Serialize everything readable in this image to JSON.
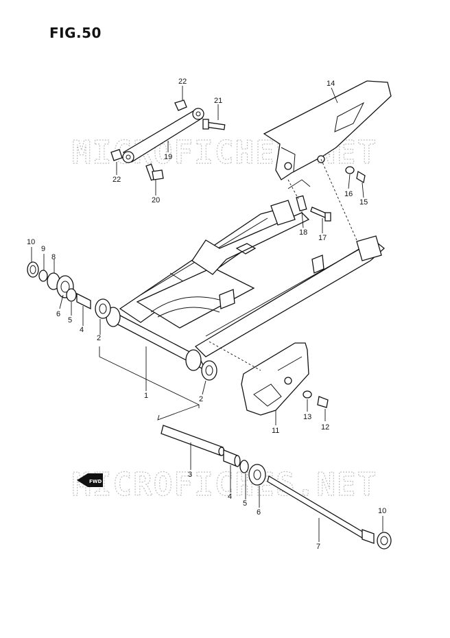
{
  "figure": {
    "title": "FIG.50"
  },
  "watermarks": [
    "MICROFICHES.NET",
    "MICROFICHES.NET"
  ],
  "fwd_badge": "FWD",
  "parts": [
    {
      "id": "p1",
      "label": "1"
    },
    {
      "id": "p2a",
      "label": "2"
    },
    {
      "id": "p2b",
      "label": "2"
    },
    {
      "id": "p3",
      "label": "3"
    },
    {
      "id": "p4a",
      "label": "4"
    },
    {
      "id": "p4b",
      "label": "4"
    },
    {
      "id": "p5a",
      "label": "5"
    },
    {
      "id": "p5b",
      "label": "5"
    },
    {
      "id": "p6a",
      "label": "6"
    },
    {
      "id": "p6b",
      "label": "6"
    },
    {
      "id": "p7",
      "label": "7"
    },
    {
      "id": "p8",
      "label": "8"
    },
    {
      "id": "p9",
      "label": "9"
    },
    {
      "id": "p10a",
      "label": "10"
    },
    {
      "id": "p10b",
      "label": "10"
    },
    {
      "id": "p11",
      "label": "11"
    },
    {
      "id": "p12",
      "label": "12"
    },
    {
      "id": "p13",
      "label": "13"
    },
    {
      "id": "p14",
      "label": "14"
    },
    {
      "id": "p15",
      "label": "15"
    },
    {
      "id": "p16",
      "label": "16"
    },
    {
      "id": "p17",
      "label": "17"
    },
    {
      "id": "p18",
      "label": "18"
    },
    {
      "id": "p19",
      "label": "19"
    },
    {
      "id": "p20",
      "label": "20"
    },
    {
      "id": "p21",
      "label": "21"
    },
    {
      "id": "p22a",
      "label": "22"
    },
    {
      "id": "p22b",
      "label": "22"
    }
  ]
}
